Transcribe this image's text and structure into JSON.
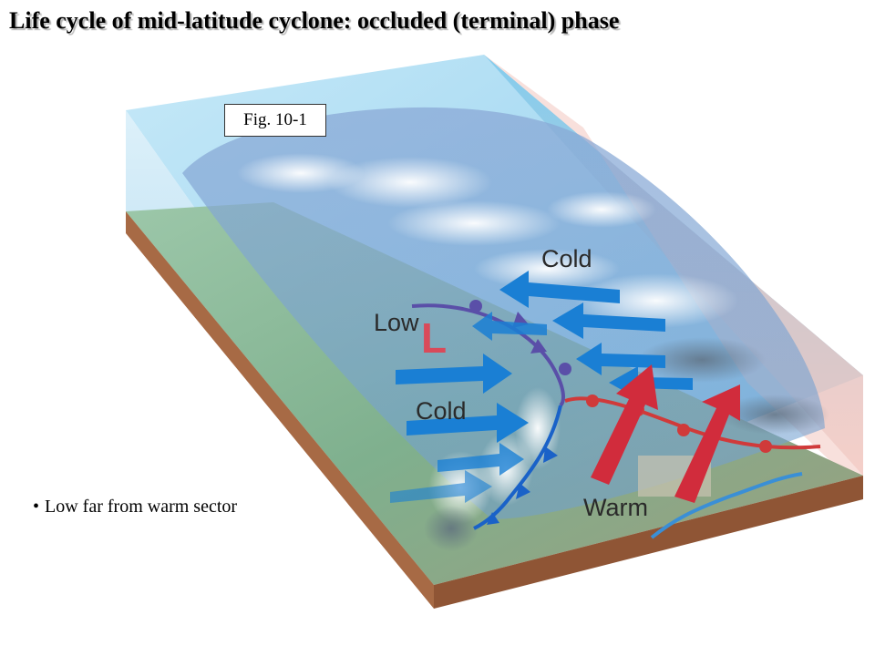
{
  "slide": {
    "title": "Life cycle of mid-latitude cyclone: occluded (terminal) phase",
    "figure_label": "Fig. 10-1",
    "bullets": [
      "Low far from warm sector"
    ]
  },
  "diagram": {
    "labels": {
      "cold_top": "Cold",
      "low": "Low",
      "low_symbol": "L",
      "cold_left": "Cold",
      "warm": "Warm"
    },
    "colors": {
      "cold_arrow": "#1a7fd4",
      "warm_arrow": "#d12c3c",
      "occluded_front": "#5a4fa8",
      "warm_front": "#d03a3a",
      "cold_front": "#1a62c8",
      "low_symbol": "#d94a5a",
      "soil": "#a76a45",
      "sky": "#8fd0ee"
    }
  }
}
